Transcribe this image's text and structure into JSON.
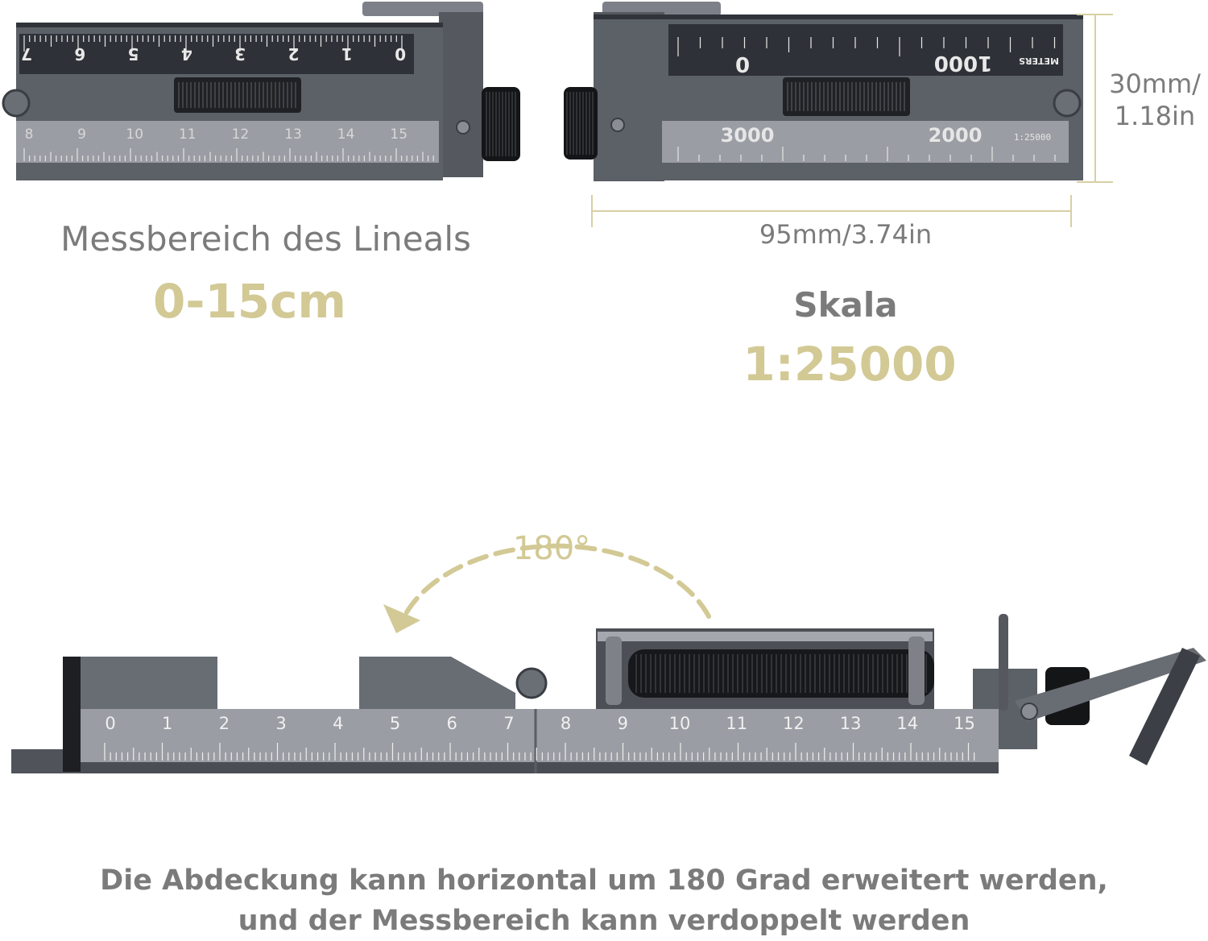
{
  "left_ruler": {
    "top_scale_labels": [
      "7",
      "6",
      "5",
      "4",
      "3",
      "2",
      "1",
      "0"
    ],
    "bottom_scale_labels": [
      "8",
      "9",
      "10",
      "11",
      "12",
      "13",
      "14",
      "15"
    ]
  },
  "right_ruler": {
    "top_scale_labels": [
      "0",
      "1000"
    ],
    "top_unit": "METERS",
    "bottom_scale_labels": [
      "3000",
      "2000"
    ],
    "bottom_scale_note": "1:25000"
  },
  "captions": {
    "range_label": "Messbereich des Lineals",
    "range_value": "0-15cm",
    "scale_label": "Skala",
    "scale_value": "1:25000"
  },
  "dimensions": {
    "height_line1": "30mm/",
    "height_line2": "1.18in",
    "width": "95mm/3.74in"
  },
  "extended_ruler": {
    "angle": "180°",
    "scale_labels": [
      "0",
      "1",
      "2",
      "3",
      "4",
      "5",
      "6",
      "7",
      "8",
      "9",
      "10",
      "11",
      "12",
      "13",
      "14",
      "15"
    ]
  },
  "bottom_caption": {
    "line1": "Die Abdeckung kann horizontal um 180 Grad erweitert werden,",
    "line2": "und der Messbereich kann verdoppelt werden"
  },
  "colors": {
    "accent_gold": "#d2c995",
    "metal_dark": "#3c3f45",
    "metal_mid": "#5f636b",
    "metal_light": "#8e9198",
    "caption_grey": "#7b7b7b"
  }
}
